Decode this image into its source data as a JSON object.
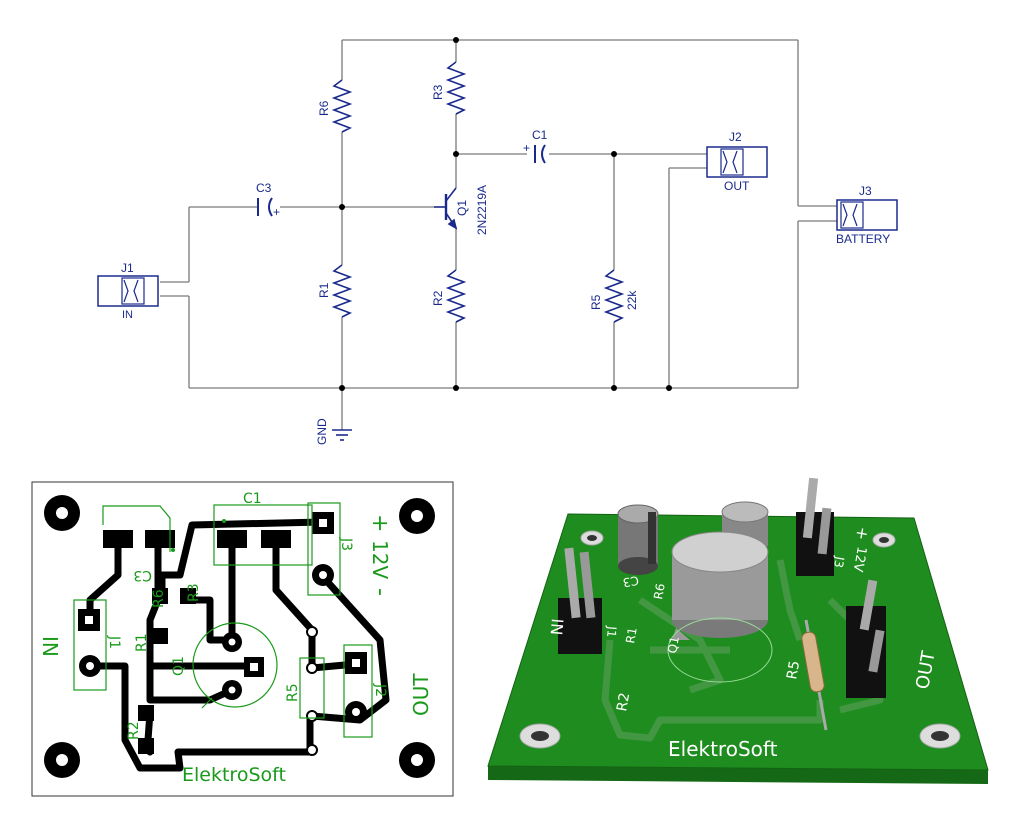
{
  "schematic": {
    "components": {
      "r6": "R6",
      "r3": "R3",
      "r1": "R1",
      "r2": "R2",
      "r5": "R5",
      "r5_value": "22k",
      "c3": "C3",
      "c1": "C1",
      "q1": "Q1",
      "q1_value": "2N2219A",
      "j1": "J1",
      "j1_label": "IN",
      "j2": "J2",
      "j2_label": "OUT",
      "j3": "J3",
      "j3_label": "BATTERY",
      "gnd": "GND"
    },
    "colors": {
      "wire": "#7a7a7a",
      "symbol": "#1a2a8c"
    }
  },
  "pcb_layout": {
    "labels": {
      "c1": "C1",
      "c3": "C3",
      "r6": "R6",
      "r3": "R3",
      "r1": "R1",
      "q1": "Q1",
      "j1": "J1",
      "j3": "J3",
      "r5": "R5",
      "j2": "J2",
      "r2": "R2",
      "in": "IN",
      "out": "OUT",
      "plus": "+",
      "voltage": "12V",
      "minus": "-",
      "brand": "ElektroSoft"
    },
    "colors": {
      "copper": "#000000",
      "silkscreen": "#1a9a1a"
    }
  },
  "pcb_3d": {
    "labels": {
      "c3": "C3",
      "r6": "R6",
      "r1": "R1",
      "j1": "J1",
      "q1": "Q1",
      "r5": "R5",
      "r2": "R2",
      "j3": "J3",
      "voltage": "12V",
      "plus": "+",
      "in": "IN",
      "out": "OUT",
      "brand": "ElektroSoft"
    },
    "colors": {
      "board": "#1e8c1e",
      "board_edge": "#156815",
      "trace": "#4a9a4a"
    }
  }
}
